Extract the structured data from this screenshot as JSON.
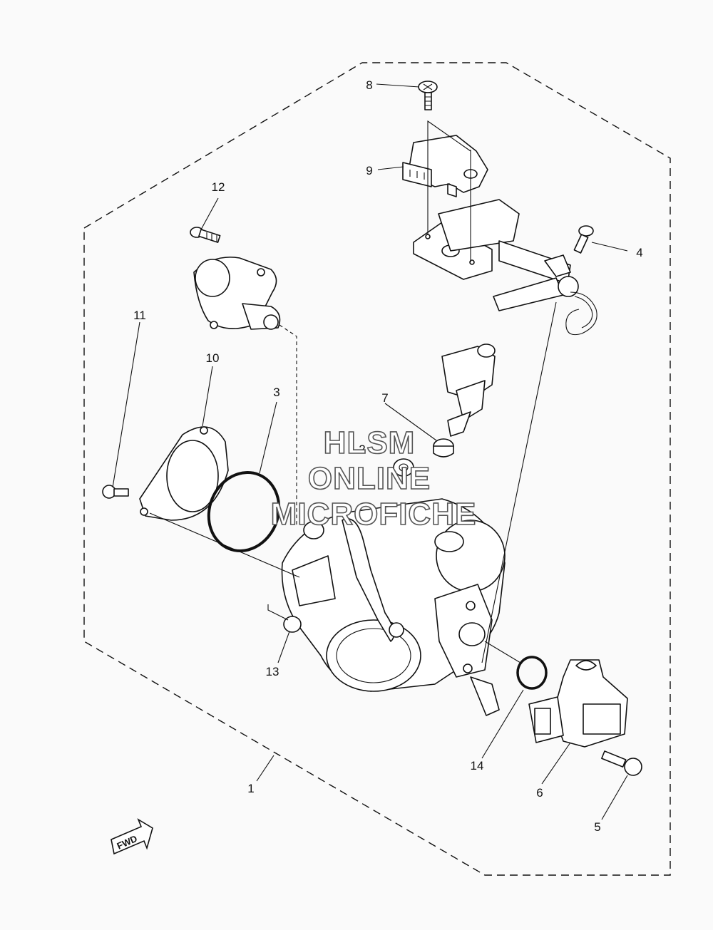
{
  "diagram": {
    "callouts": [
      {
        "id": "1",
        "label": "1"
      },
      {
        "id": "2",
        "label": "2"
      },
      {
        "id": "3",
        "label": "3"
      },
      {
        "id": "4",
        "label": "4"
      },
      {
        "id": "5",
        "label": "5"
      },
      {
        "id": "6",
        "label": "6"
      },
      {
        "id": "7",
        "label": "7"
      },
      {
        "id": "8",
        "label": "8"
      },
      {
        "id": "9",
        "label": "9"
      },
      {
        "id": "10",
        "label": "10"
      },
      {
        "id": "11",
        "label": "11"
      },
      {
        "id": "12",
        "label": "12"
      },
      {
        "id": "13",
        "label": "13"
      },
      {
        "id": "14",
        "label": "14"
      }
    ],
    "fwd_label": "FWD"
  },
  "watermark": {
    "line1": "HLSM",
    "line2": "ONLINE",
    "line3": "MICROFICHE"
  }
}
